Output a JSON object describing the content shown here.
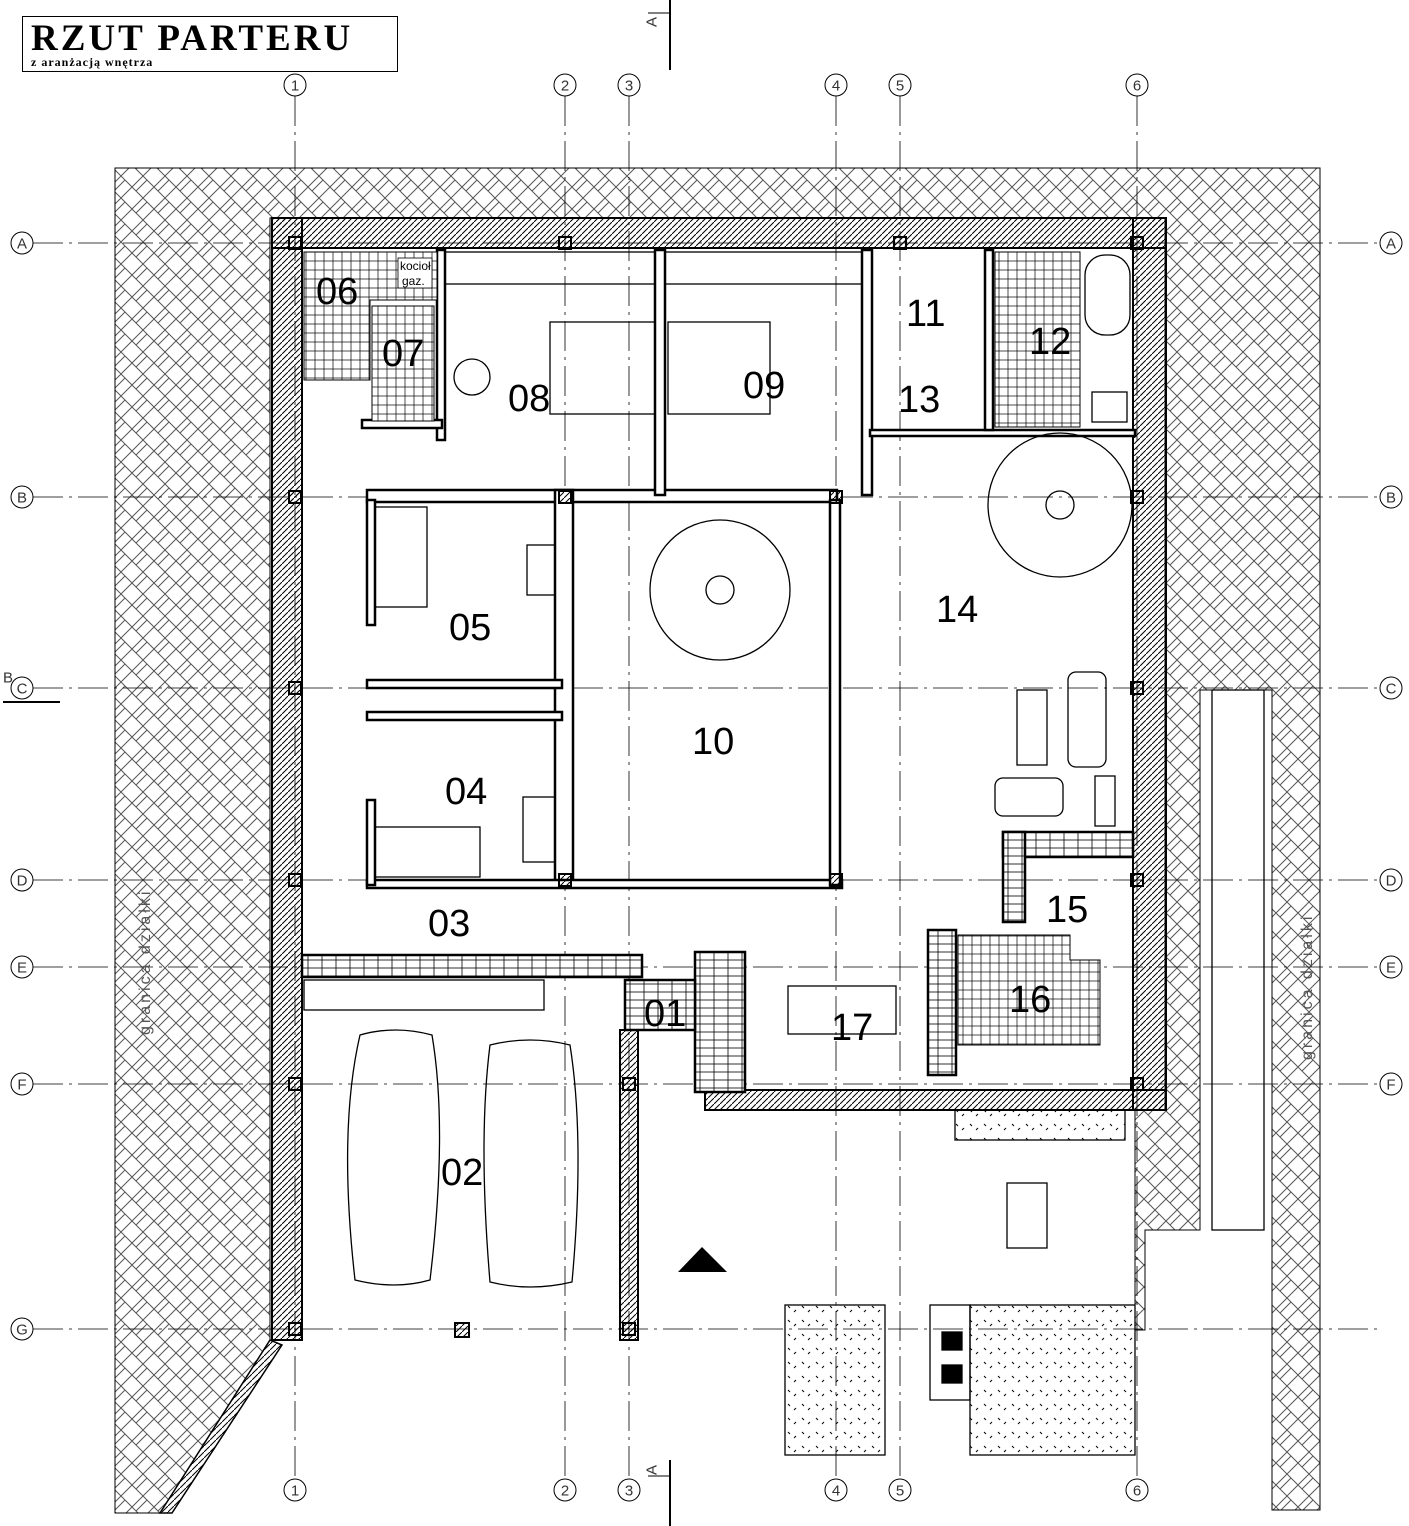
{
  "title": "RZUT PARTERU",
  "subtitle": "z aranżacją wnętrza",
  "grid": {
    "columns": [
      "1",
      "2",
      "3",
      "4",
      "5",
      "6"
    ],
    "rows": [
      "A",
      "B",
      "C",
      "D",
      "E",
      "F",
      "G"
    ]
  },
  "section_marks": {
    "a": "A",
    "b": "B"
  },
  "rooms": {
    "r01": "01",
    "r02": "02",
    "r03": "03",
    "r04": "04",
    "r05": "05",
    "r06": "06",
    "r07": "07",
    "r08": "08",
    "r09": "09",
    "r10": "10",
    "r11": "11",
    "r12": "12",
    "r13": "13",
    "r14": "14",
    "r15": "15",
    "r16": "16",
    "r17": "17"
  },
  "labels": {
    "boiler_line1": "kocioł",
    "boiler_line2": "gaz.",
    "plot_boundary_left": "granica działki",
    "plot_boundary_right": "granica działki"
  }
}
